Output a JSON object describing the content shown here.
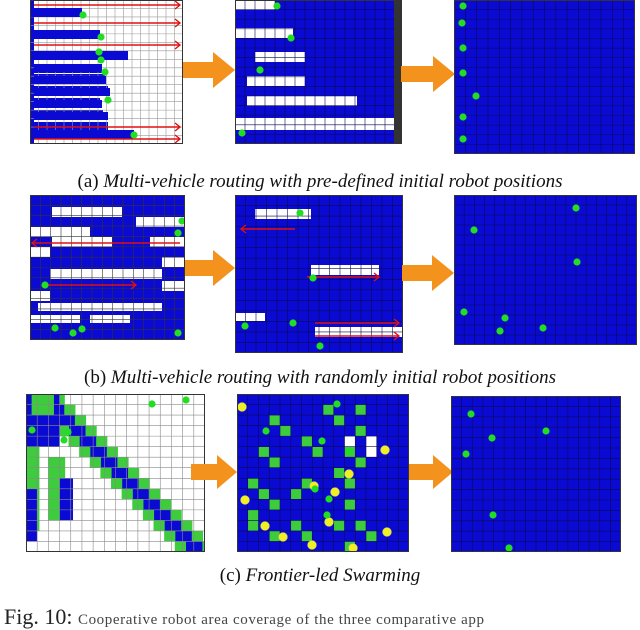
{
  "captions": {
    "a_label": "(a)",
    "a_text": "Multi-vehicle routing with pre-defined initial robot positions",
    "b_label": "(b)",
    "b_text": "Multi-vehicle routing with randomly initial robot positions",
    "c_label": "(c)",
    "c_text": "Frontier-led Swarming"
  },
  "figure_line": {
    "label": "Fig. 10:",
    "text": "Cooperative robot area coverage of the three comparative app"
  },
  "colors": {
    "covered": "#0a0ad2",
    "uncovered": "#ffffff",
    "frontier": "#3ccc3c",
    "robot": "#22dd22",
    "path": "#e01010",
    "arrow": "#f4921e",
    "target": "#f0f020"
  }
}
